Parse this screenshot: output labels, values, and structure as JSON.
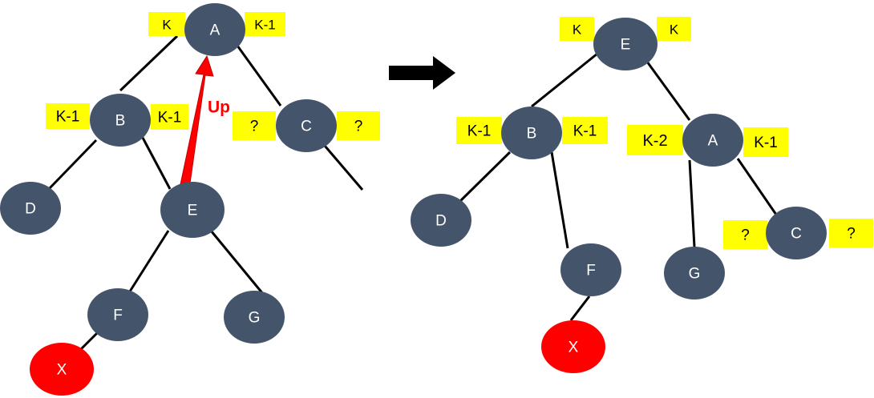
{
  "colors": {
    "node": "#44546a",
    "node_text": "#ffffff",
    "highlight_node": "#ff0000",
    "label_box": "#ffff00",
    "label_text": "#000000",
    "edge": "#000000",
    "rotation_arrow": "#ff0000",
    "transition_arrow": "#000000"
  },
  "before": {
    "nodes": {
      "A": {
        "label": "A",
        "left_height": "K",
        "right_height": "K-1"
      },
      "B": {
        "label": "B",
        "left_height": "K-1",
        "right_height": "K-1"
      },
      "C": {
        "label": "C",
        "left_height": "?",
        "right_height": "?"
      },
      "D": {
        "label": "D"
      },
      "E": {
        "label": "E"
      },
      "F": {
        "label": "F"
      },
      "G": {
        "label": "G"
      },
      "X": {
        "label": "X"
      }
    },
    "rotation": {
      "label": "Up"
    }
  },
  "after": {
    "nodes": {
      "E": {
        "label": "E",
        "left_height": "K",
        "right_height": "K"
      },
      "B": {
        "label": "B",
        "left_height": "K-1",
        "right_height": "K-1"
      },
      "A": {
        "label": "A",
        "left_height": "K-2",
        "right_height": "K-1"
      },
      "C": {
        "label": "C",
        "left_height": "?",
        "right_height": "?"
      },
      "D": {
        "label": "D"
      },
      "F": {
        "label": "F"
      },
      "G": {
        "label": "G"
      },
      "X": {
        "label": "X"
      }
    }
  }
}
